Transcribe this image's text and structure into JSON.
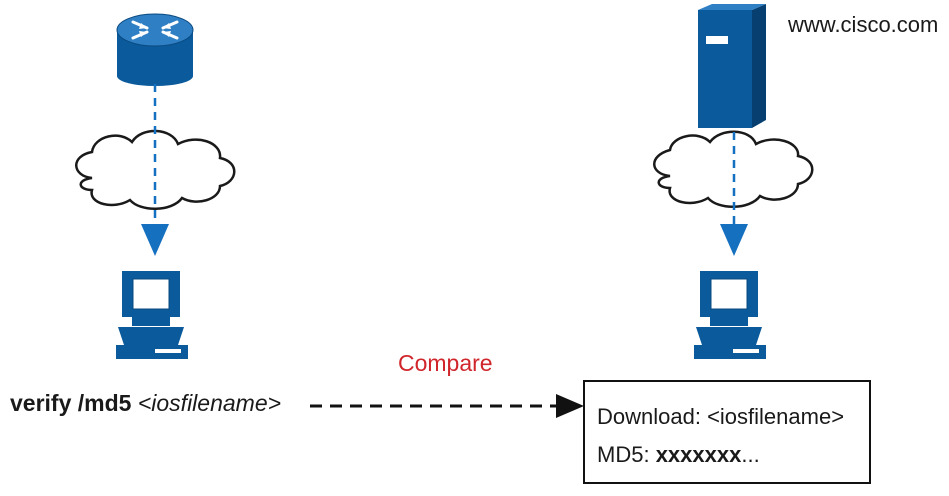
{
  "site_label": "www.cisco.com",
  "compare_label": "Compare",
  "verify_command": {
    "command": "verify /md5",
    "argument": "<iosfilename>"
  },
  "download_box": {
    "download_label": "Download: <iosfilename>",
    "md5_label": "MD5:",
    "md5_value": "xxxxxxx",
    "md5_suffix": "..."
  },
  "colors": {
    "device_blue": "#0a5a9c",
    "arrow_blue": "#1570c0",
    "compare_red": "#d0262b"
  },
  "icons": {
    "router": "router-icon",
    "server": "server-icon",
    "cloud": "cloud-icon",
    "pc": "pc-icon"
  }
}
